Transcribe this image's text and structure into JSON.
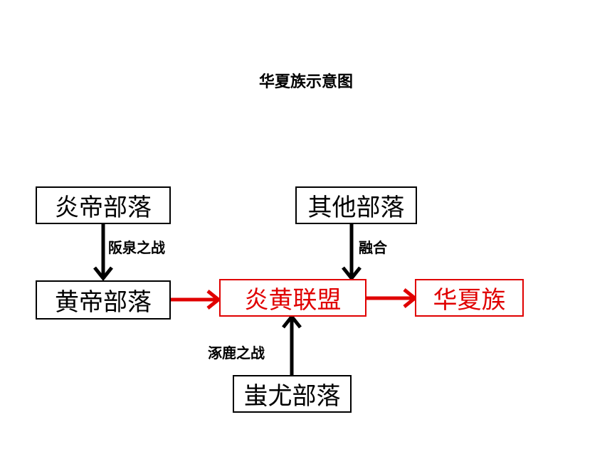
{
  "title": "华夏族示意图",
  "nodes": {
    "yandi": "炎帝部落",
    "qita": "其他部落",
    "huangdi": "黄帝部落",
    "yanhuang": "炎黄联盟",
    "huaxia": "华夏族",
    "chiyou": "蚩尤部落"
  },
  "edges": {
    "banquan": "阪泉之战",
    "ronghe": "融合",
    "zhuolu": "涿鹿之战"
  },
  "colors": {
    "highlight": "#e00000",
    "default": "#000000"
  }
}
